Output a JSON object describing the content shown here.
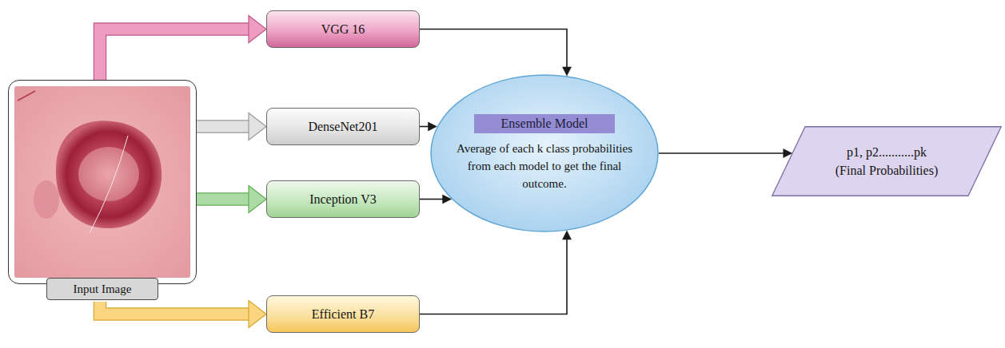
{
  "diagram": {
    "nodes": [
      {
        "text": [
          "Input Image"
        ]
      },
      {
        "text": [
          "VGG 16"
        ]
      },
      {
        "text": [
          "DenseNet201"
        ]
      },
      {
        "text": [
          "Inception V3"
        ]
      },
      {
        "text": [
          "Efficient B7"
        ]
      },
      {
        "text": [
          "Ensemble Model",
          "Average of each k class probabilities from each model to get the final outcome."
        ]
      },
      {
        "text": [
          "p1, p2...........pk",
          "(Final Probabilities)"
        ]
      }
    ],
    "edges": [
      {
        "from": 0,
        "to": 1,
        "arrow": "to"
      },
      {
        "from": 0,
        "to": 2,
        "arrow": "to"
      },
      {
        "from": 0,
        "to": 3,
        "arrow": "to"
      },
      {
        "from": 0,
        "to": 4,
        "arrow": "to"
      },
      {
        "from": 1,
        "to": 5,
        "arrow": "to"
      },
      {
        "from": 2,
        "to": 5,
        "arrow": "to"
      },
      {
        "from": 3,
        "to": 5,
        "arrow": "to"
      },
      {
        "from": 4,
        "to": 5,
        "arrow": "to"
      },
      {
        "from": 5,
        "to": 6,
        "arrow": "to"
      }
    ]
  }
}
